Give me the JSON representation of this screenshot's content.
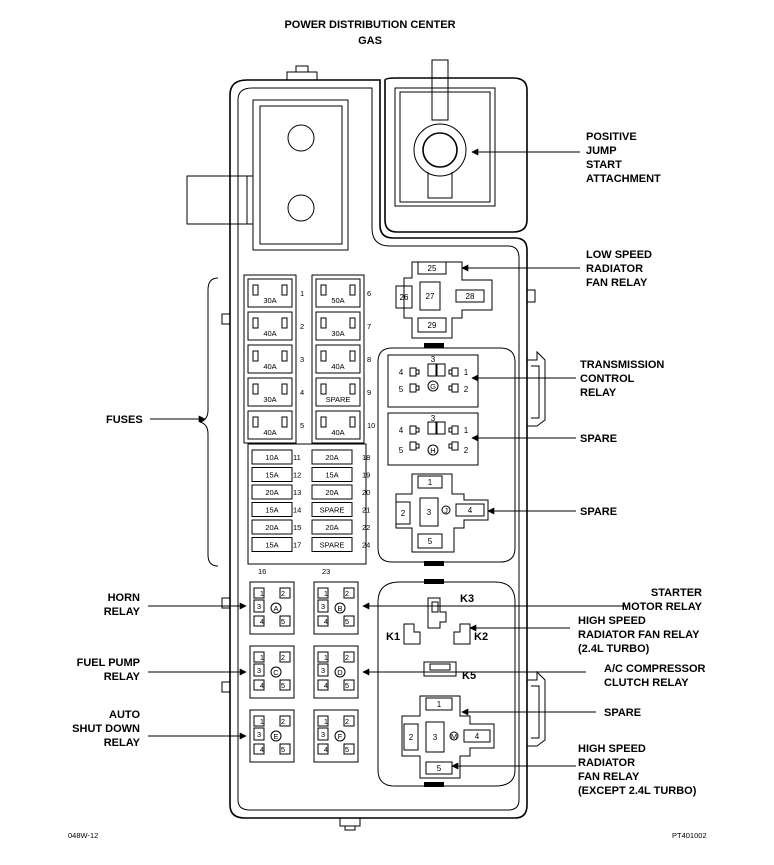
{
  "title": {
    "line1": "POWER DISTRIBUTION CENTER",
    "line2": "GAS"
  },
  "callouts": {
    "positive_jump": [
      "POSITIVE",
      "JUMP",
      "START",
      "ATTACHMENT"
    ],
    "low_speed_fan": [
      "LOW SPEED",
      "RADIATOR",
      "FAN RELAY"
    ],
    "transmission": [
      "TRANSMISSION",
      "CONTROL",
      "RELAY"
    ],
    "spare_h": [
      "SPARE"
    ],
    "spare_j": [
      "SPARE"
    ],
    "fuses": [
      "FUSES"
    ],
    "horn": [
      "HORN",
      "RELAY"
    ],
    "starter": [
      "STARTER",
      "MOTOR RELAY"
    ],
    "high_speed_turbo": [
      "HIGH SPEED",
      "RADIATOR FAN RELAY",
      "(2.4L TURBO)"
    ],
    "fuel_pump": [
      "FUEL PUMP",
      "RELAY"
    ],
    "ac_compressor": [
      "A/C COMPRESSOR",
      "CLUTCH RELAY"
    ],
    "spare_m": [
      "SPARE"
    ],
    "auto_shutdown": [
      "AUTO",
      "SHUT DOWN",
      "RELAY"
    ],
    "high_speed_except": [
      "HIGH SPEED",
      "RADIATOR",
      "FAN RELAY",
      "(EXCEPT 2.4L TURBO)"
    ]
  },
  "footer": {
    "left": "048W-12",
    "right": "PT401002"
  },
  "maxi_fuses": [
    {
      "num": "1",
      "rating": "30A"
    },
    {
      "num": "2",
      "rating": "40A"
    },
    {
      "num": "3",
      "rating": "40A"
    },
    {
      "num": "4",
      "rating": "30A"
    },
    {
      "num": "5",
      "rating": "40A"
    },
    {
      "num": "6",
      "rating": "50A"
    },
    {
      "num": "7",
      "rating": "30A"
    },
    {
      "num": "8",
      "rating": "40A"
    },
    {
      "num": "9",
      "rating": "SPARE"
    },
    {
      "num": "10",
      "rating": "40A"
    }
  ],
  "mini_fuses": [
    {
      "num": "11",
      "rating": "10A"
    },
    {
      "num": "12",
      "rating": "15A"
    },
    {
      "num": "13",
      "rating": "20A"
    },
    {
      "num": "14",
      "rating": "15A"
    },
    {
      "num": "15",
      "rating": "20A"
    },
    {
      "num": "17",
      "rating": "15A"
    },
    {
      "num": "18",
      "rating": "20A"
    },
    {
      "num": "19",
      "rating": "15A"
    },
    {
      "num": "20",
      "rating": "20A"
    },
    {
      "num": "21",
      "rating": "SPARE"
    },
    {
      "num": "22",
      "rating": "20A"
    },
    {
      "num": "24",
      "rating": "SPARE"
    }
  ],
  "mini_fuse_extra": [
    "16",
    "23"
  ],
  "relays_small": [
    "A",
    "B",
    "C",
    "D",
    "E",
    "F"
  ],
  "relay_pins_small": [
    "1",
    "2",
    "3",
    "4",
    "5"
  ],
  "relay_g": {
    "id": "G",
    "pins": [
      "3",
      "4",
      "1",
      "5",
      "2"
    ]
  },
  "relay_h": {
    "id": "H",
    "pins": [
      "3",
      "4",
      "1",
      "5",
      "2"
    ]
  },
  "relay_j": {
    "id": "J",
    "pins": [
      "1",
      "2",
      "3",
      "4",
      "5"
    ]
  },
  "relay_m": {
    "id": "M",
    "pins": [
      "1",
      "2",
      "3",
      "4",
      "5"
    ]
  },
  "low_speed_pins": [
    "25",
    "26",
    "27",
    "28",
    "29"
  ],
  "k_labels": [
    "K1",
    "K2",
    "K3",
    "K5"
  ]
}
